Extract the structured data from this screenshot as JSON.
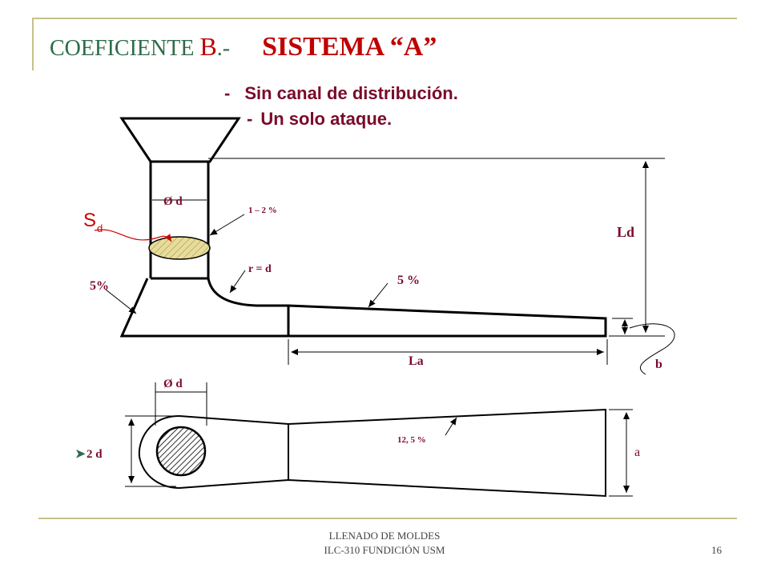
{
  "title": {
    "part1": "COEFICIENTE ",
    "part2": "B",
    "part3": ".-",
    "part4": "SISTEMA “A”"
  },
  "subtitle": {
    "line1_dash": "-",
    "line1_text": "Sin canal de distribución.",
    "line2_dash": "-",
    "line2_text": "Un solo ataque."
  },
  "diagram": {
    "od_top": "Ø d",
    "pct_1_2": "1 – 2 %",
    "sd_main": "S",
    "sd_sub": "d",
    "ld": "Ld",
    "r_eq_d": "r = d",
    "pct5_left": "5%",
    "pct5_right": "5 %",
    "la": "La",
    "b": "b",
    "od_bottom": "Ø d",
    "pct_12_5": "12, 5 %",
    "two_d": " 2 d",
    "a": "a"
  },
  "footer": {
    "line1": "LLENADO DE MOLDES",
    "line2": "ILC-310  FUNDICIÓN USM",
    "page": "16"
  },
  "colors": {
    "label": "#7a0a2a",
    "title_green": "#2e6b4a",
    "title_red": "#c00000",
    "frame": "#c8c08a",
    "ellipse_fill": "#e8dc9a"
  }
}
